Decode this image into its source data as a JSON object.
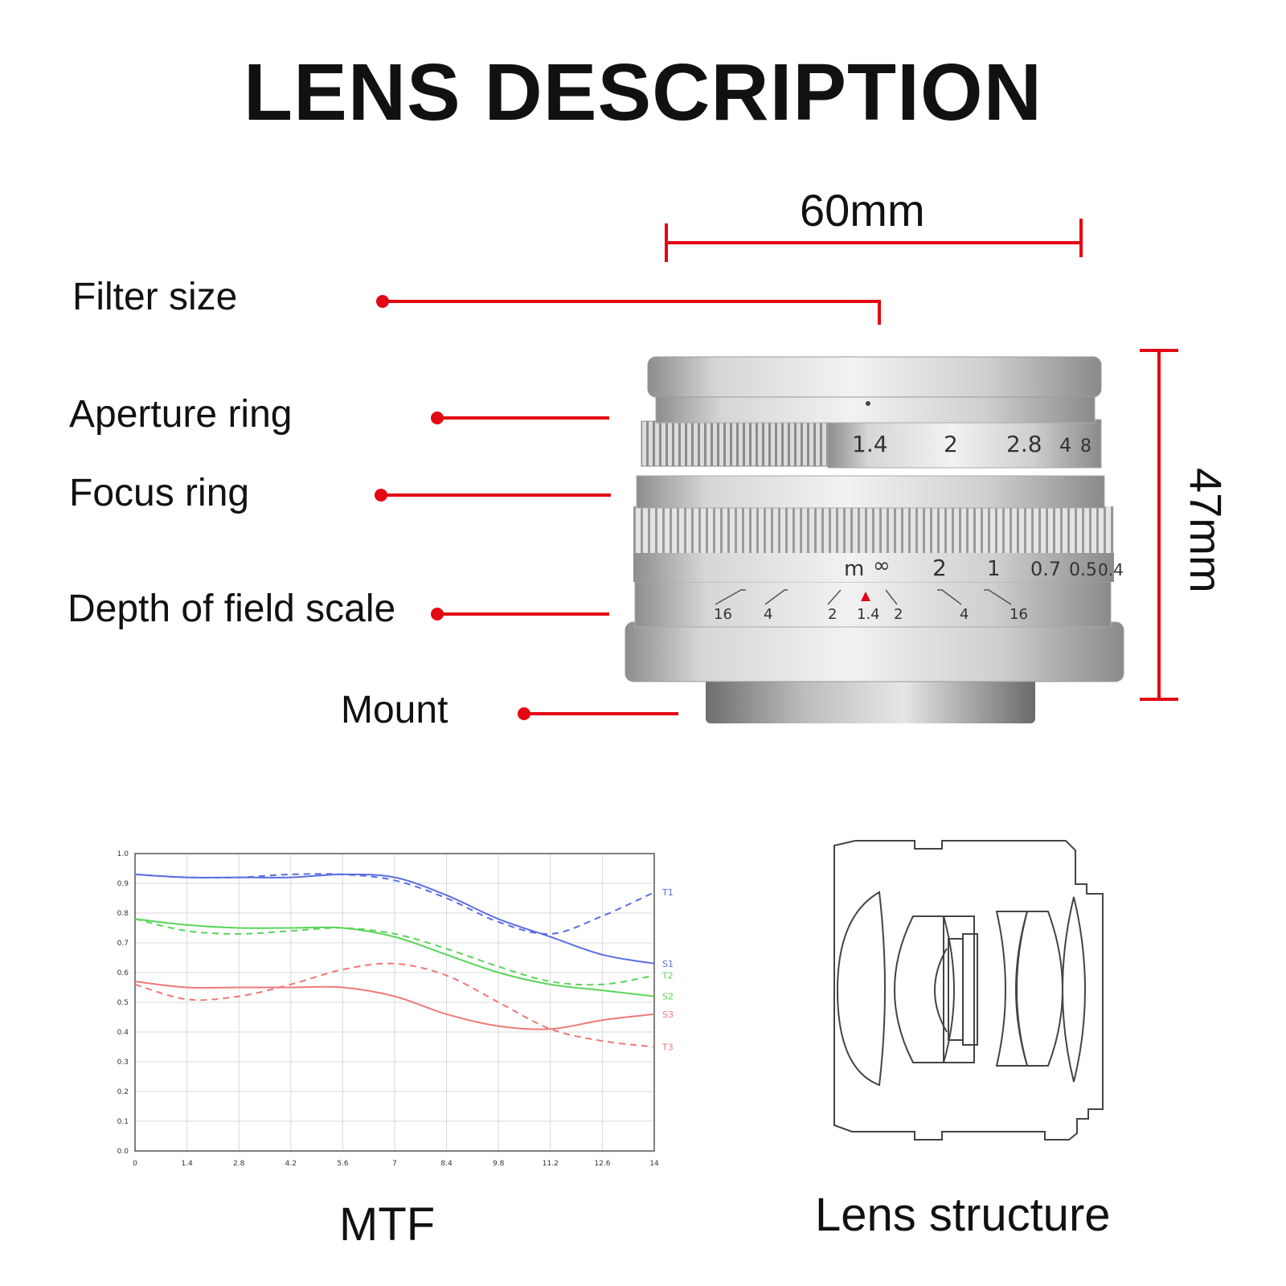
{
  "title": "LENS DESCRIPTION",
  "callouts": {
    "filter_size": "Filter size",
    "aperture_ring": "Aperture ring",
    "focus_ring": "Focus ring",
    "dof_scale": "Depth of field scale",
    "mount": "Mount"
  },
  "dimensions": {
    "width": "60mm",
    "height": "47mm"
  },
  "lens_markings": {
    "aperture": [
      "1.4",
      "2",
      "2.8",
      "4",
      "8"
    ],
    "focus_unit": "m",
    "focus_infinity": "∞",
    "focus": [
      "2",
      "1",
      "0.7",
      "0.5",
      "0.4"
    ],
    "dof": [
      "16",
      "4",
      "2",
      "1.4",
      "2",
      "4",
      "16"
    ]
  },
  "colors": {
    "accent": "#e30613",
    "s_blue": "#5a6ee0",
    "s_green": "#5ad45a",
    "s_red": "#f07878"
  },
  "icons": [
    "lens-photo",
    "lens-structure-diagram"
  ],
  "chart_data": {
    "type": "line",
    "title": "",
    "xlabel": "",
    "ylabel": "",
    "x": [
      0,
      1.4,
      2.8,
      4.2,
      5.6,
      7,
      8.4,
      9.8,
      11.2,
      12.6,
      14
    ],
    "x_tick_labels": [
      "0",
      "1.4",
      "2.8",
      "4.2",
      "5.6",
      "7",
      "8.4",
      "9.8",
      "11.2",
      "12.6",
      "14"
    ],
    "y_tick_labels": [
      "0.0",
      "0.1",
      "0.2",
      "0.3",
      "0.4",
      "0.5",
      "0.6",
      "0.7",
      "0.8",
      "0.9",
      "1.0"
    ],
    "xlim": [
      0,
      14
    ],
    "ylim": [
      0,
      1
    ],
    "grid": true,
    "legend": "right-end labels",
    "series": [
      {
        "name": "T1",
        "color": "#5a6ee0",
        "dashed": true,
        "values": [
          0.93,
          0.92,
          0.92,
          0.93,
          0.93,
          0.91,
          0.85,
          0.77,
          0.73,
          0.79,
          0.87
        ]
      },
      {
        "name": "S1",
        "color": "#5a6ee0",
        "dashed": false,
        "values": [
          0.93,
          0.92,
          0.92,
          0.92,
          0.93,
          0.92,
          0.86,
          0.78,
          0.72,
          0.66,
          0.63
        ]
      },
      {
        "name": "T2",
        "color": "#5ad45a",
        "dashed": true,
        "values": [
          0.78,
          0.74,
          0.73,
          0.74,
          0.75,
          0.73,
          0.68,
          0.62,
          0.57,
          0.56,
          0.59
        ]
      },
      {
        "name": "S2",
        "color": "#5ad45a",
        "dashed": false,
        "values": [
          0.78,
          0.76,
          0.75,
          0.75,
          0.75,
          0.72,
          0.66,
          0.6,
          0.56,
          0.54,
          0.52
        ]
      },
      {
        "name": "S3",
        "color": "#f07878",
        "dashed": false,
        "values": [
          0.57,
          0.55,
          0.55,
          0.55,
          0.55,
          0.52,
          0.46,
          0.42,
          0.41,
          0.44,
          0.46
        ]
      },
      {
        "name": "T3",
        "color": "#f07878",
        "dashed": true,
        "values": [
          0.56,
          0.51,
          0.52,
          0.56,
          0.61,
          0.63,
          0.59,
          0.5,
          0.41,
          0.37,
          0.35
        ]
      }
    ]
  },
  "captions": {
    "mtf": "MTF",
    "lens_structure": "Lens structure"
  }
}
